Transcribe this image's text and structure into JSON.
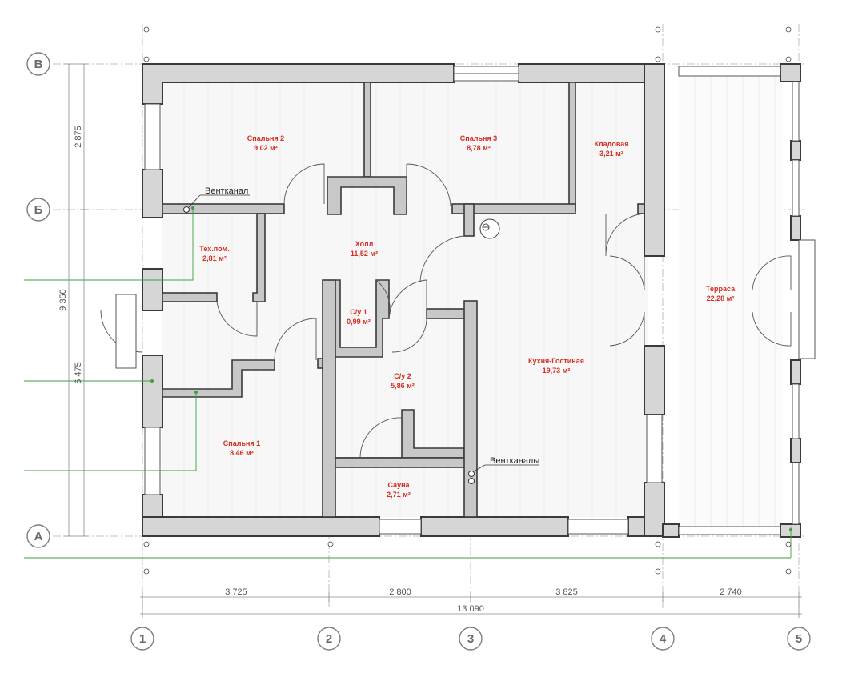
{
  "axes": {
    "rows": [
      "В",
      "Б",
      "А"
    ],
    "columns": [
      "1",
      "2",
      "3",
      "4",
      "5"
    ]
  },
  "dimensions": {
    "bottom": [
      "3 725",
      "2 800",
      "3 825",
      "2 740"
    ],
    "total": "13 090",
    "left_segments": [
      "2 875",
      "6 475"
    ],
    "left_total": "9 350"
  },
  "rooms": [
    {
      "name": "Спальня 2",
      "area": "9,02 м²"
    },
    {
      "name": "Спальня 3",
      "area": "8,78 м²"
    },
    {
      "name": "Кладовая",
      "area": "3,21 м²"
    },
    {
      "name": "Тех.пом.",
      "area": "2,81 м²"
    },
    {
      "name": "Холл",
      "area": "11,52 м²"
    },
    {
      "name": "С/у 1",
      "area": "0,99 м²"
    },
    {
      "name": "С/у 2",
      "area": "5,86 м²"
    },
    {
      "name": "Кухня-Гостиная",
      "area": "19,73 м²"
    },
    {
      "name": "Спальня 1",
      "area": "8,46 м²"
    },
    {
      "name": "Сауна",
      "area": "2,71 м²"
    },
    {
      "name": "Терраса",
      "area": "22,28 м²"
    }
  ],
  "notes": {
    "vent_single": "Вентканал",
    "vent_multi": "Вентканалы"
  },
  "colors": {
    "room_label": "#d42d20",
    "wall_fill": "#d6d6d6",
    "wall_stroke": "#3a3a3a",
    "vent_line": "#3aa040"
  }
}
